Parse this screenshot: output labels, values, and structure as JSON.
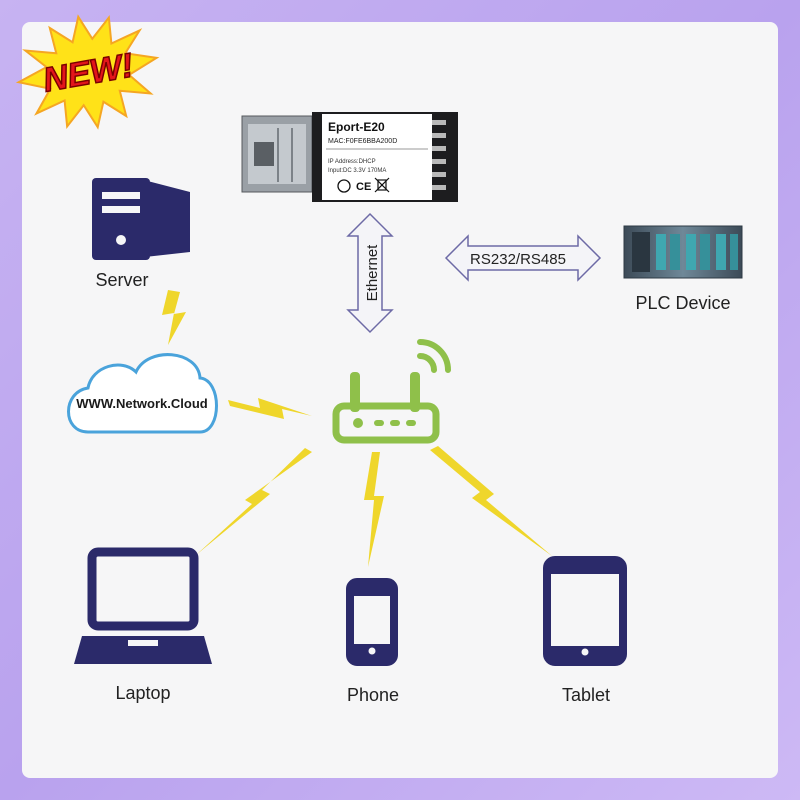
{
  "badge": {
    "text": "NEW!"
  },
  "module": {
    "name": "Eport-E20",
    "mac": "MAC:F0FE6BBA200D",
    "ip": "IP Address:DHCP",
    "input": "Input:DC 3.3V   170MA"
  },
  "nodes": {
    "server": "Server",
    "cloud": "WWW.Network.Cloud",
    "plc": "PLC Device",
    "laptop": "Laptop",
    "phone": "Phone",
    "tablet": "Tablet"
  },
  "links": {
    "ethernet": "Ethernet",
    "serial": "RS232/RS485"
  },
  "colors": {
    "navy": "#2b2a6a",
    "green": "#8fc04a",
    "bolt": "#efd62b",
    "arrow_fill": "#f4f4f8",
    "arrow_stroke": "#6d6aa6",
    "cloud_stroke": "#4aa3db"
  }
}
